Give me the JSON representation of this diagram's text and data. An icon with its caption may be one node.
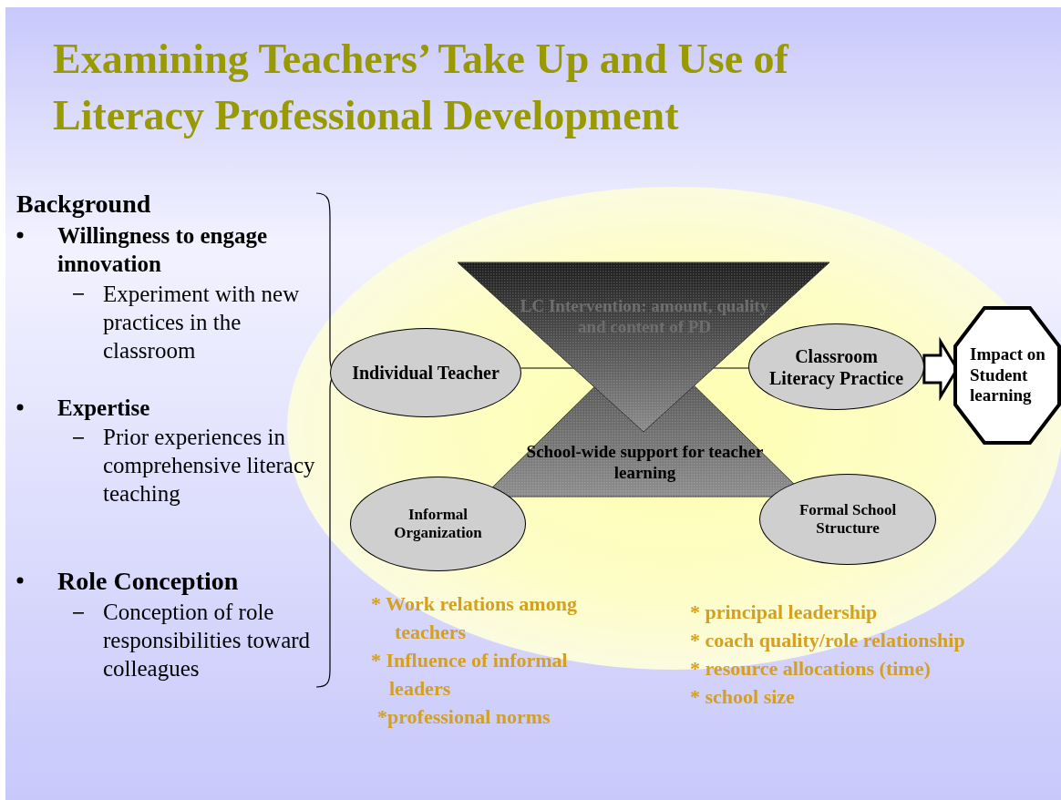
{
  "diagram": {
    "title": "Examining Teachers’ Take Up and Use of Literacy Professional Development",
    "nodes": [
      {
        "text": [
          "LC Intervention: amount, quality and content of PD"
        ]
      },
      {
        "text": [
          "School-wide support for teacher learning"
        ]
      },
      {
        "text": [
          "Individual Teacher"
        ]
      },
      {
        "text": [
          "Classroom Literacy Practice"
        ]
      },
      {
        "text": [
          "Informal Organization"
        ]
      },
      {
        "text": [
          "Formal School Structure"
        ]
      },
      {
        "text": [
          "Impact on Student learning"
        ]
      }
    ],
    "edges": [
      {
        "from": 2,
        "to": 0,
        "arrow": "none"
      },
      {
        "from": 0,
        "to": 3,
        "arrow": "none"
      },
      {
        "from": 3,
        "to": 6,
        "arrow": "to",
        "style": "thick"
      }
    ],
    "labels": [
      "Background",
      "Willingness to engage innovation",
      "Experiment with new practices in the classroom",
      "Expertise",
      "Prior experiences in comprehensive literacy teaching",
      "Role Conception",
      "Conception of role responsibilities toward colleagues",
      "* Work relations among teachers",
      "* Influence of informal leaders",
      "*professional norms",
      "* principal leadership",
      "* coach quality/role relationship",
      "* resource allocations (time)",
      "* school size"
    ]
  }
}
